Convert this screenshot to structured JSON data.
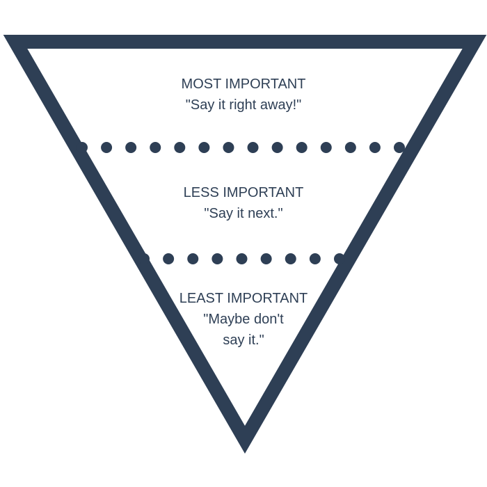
{
  "diagram": {
    "stroke_color": "#2e3f55",
    "tiers": [
      {
        "heading": "MOST IMPORTANT",
        "lines": [
          "\"Say it right away!\""
        ]
      },
      {
        "heading": "LESS IMPORTANT",
        "lines": [
          "\"Say it next.\""
        ]
      },
      {
        "heading": "LEAST IMPORTANT",
        "lines": [
          "\"Maybe don't",
          "say it.\""
        ]
      }
    ]
  }
}
